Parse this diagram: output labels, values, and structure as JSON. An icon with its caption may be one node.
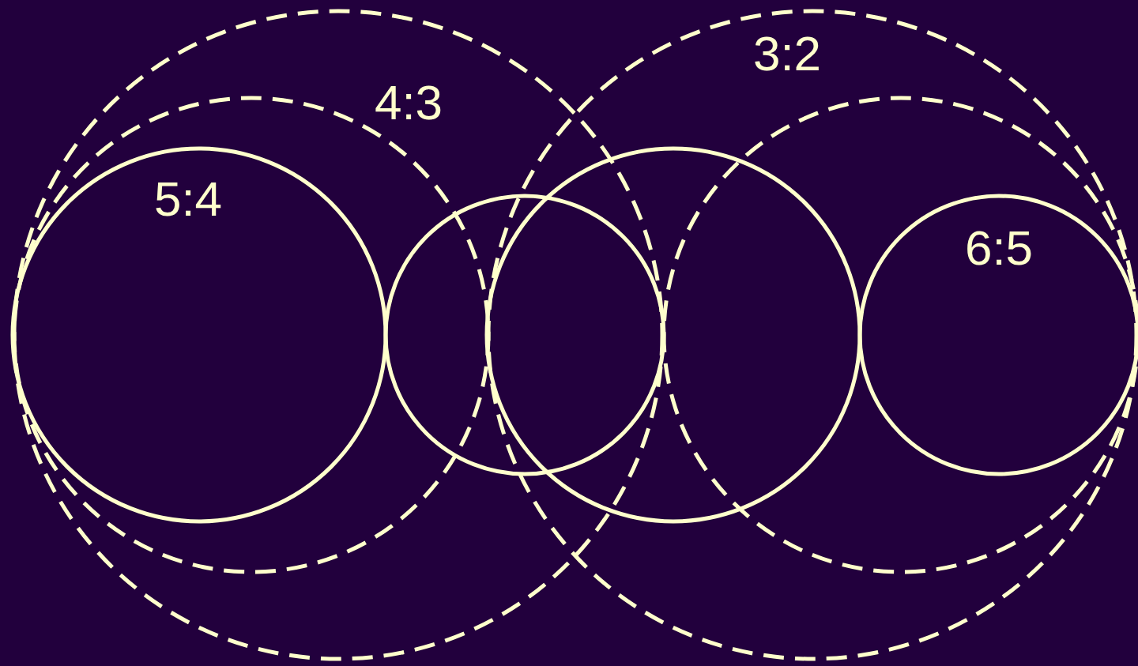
{
  "diagram": {
    "labels": [
      "3:2",
      "4:3",
      "5:4",
      "6:5"
    ]
  }
}
